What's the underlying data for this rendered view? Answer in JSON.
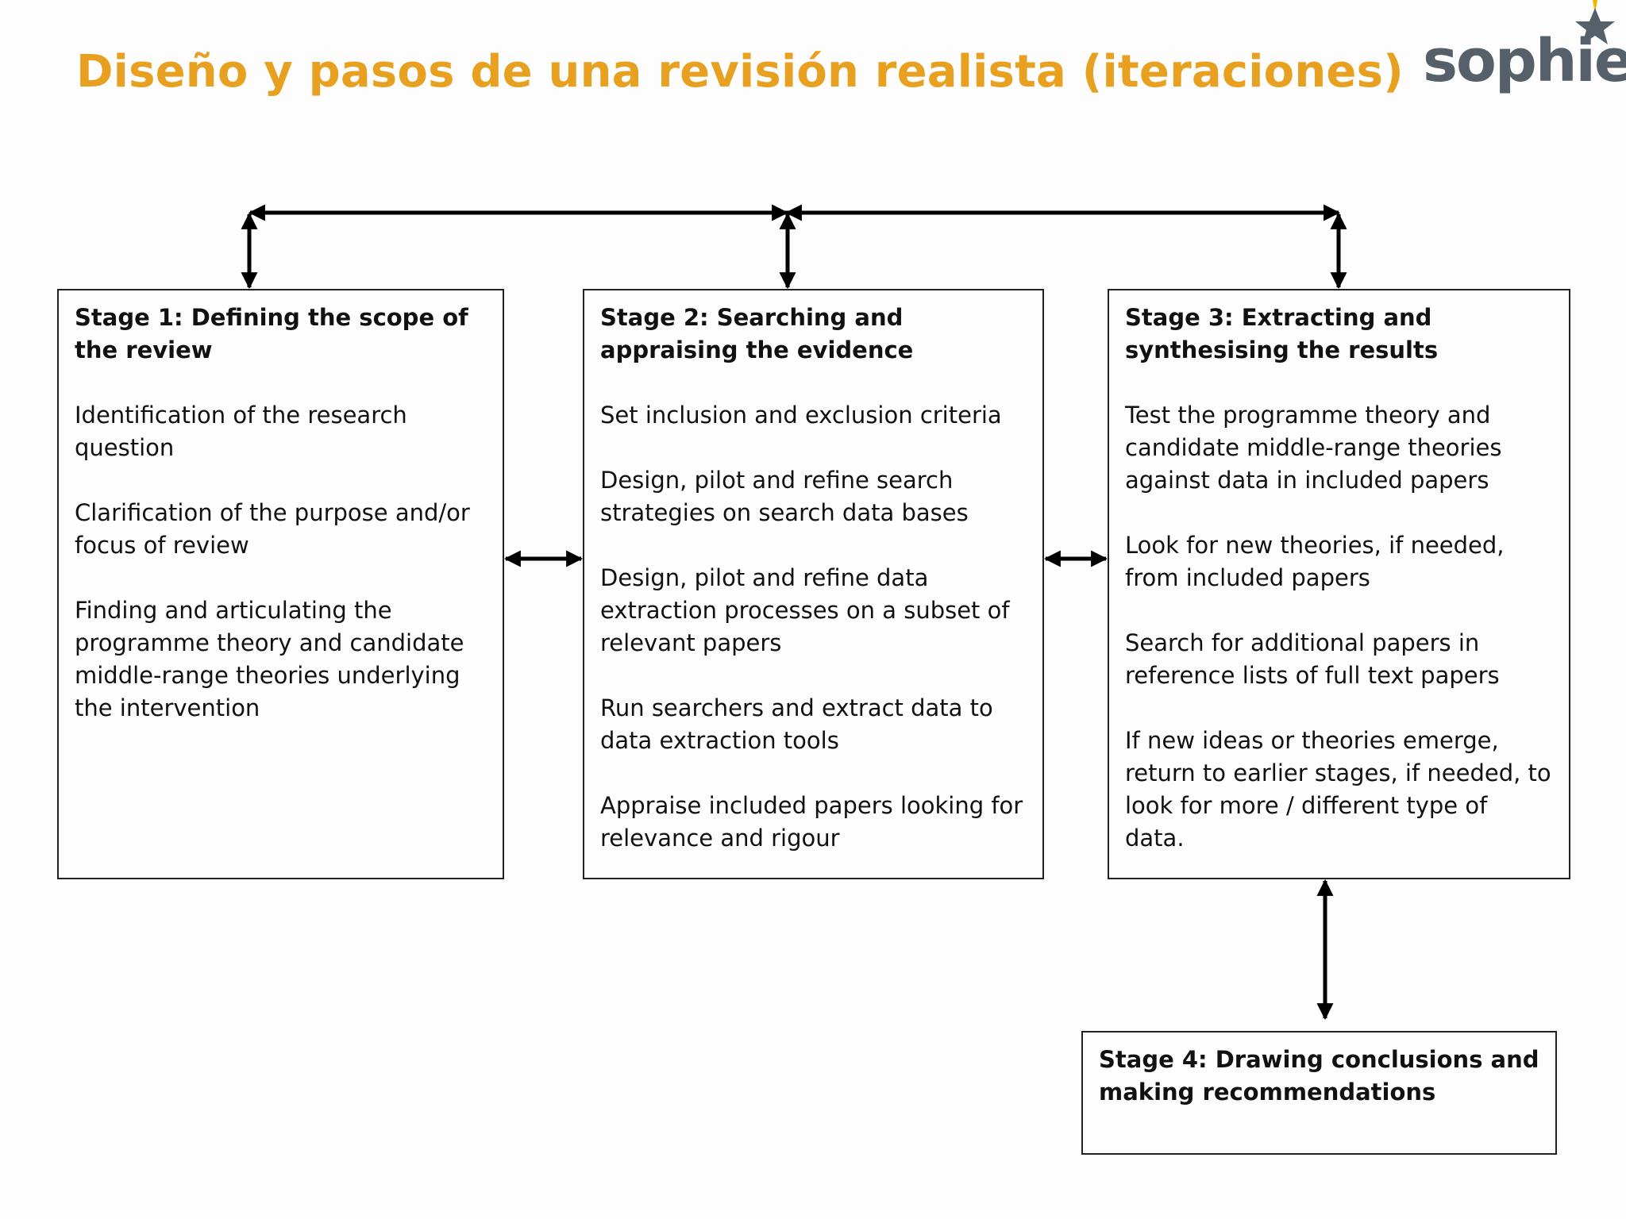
{
  "title": "Diseño y pasos de una revisión realista (iteraciones)",
  "logo": {
    "text": "sophie",
    "star_color": "#56606a",
    "accent_color": "#f2b600"
  },
  "colors": {
    "title": "#e8a020",
    "text": "#111111",
    "border": "#222222"
  },
  "stages": [
    {
      "heading": "Stage 1: Defining the scope of the review",
      "items": [
        "Identification of the research question",
        "Clarification of the purpose and/or focus of review",
        "Finding and articulating the programme theory and candidate middle-range theories underlying the intervention"
      ]
    },
    {
      "heading": "Stage 2: Searching and appraising the evidence",
      "items": [
        "Set inclusion and exclusion criteria",
        "Design, pilot and refine search strategies on search data bases",
        "Design, pilot and refine data extraction processes on a subset of relevant papers",
        "Run searchers and extract data to data extraction tools",
        "Appraise included papers looking for relevance and rigour"
      ]
    },
    {
      "heading": "Stage 3: Extracting and synthesising the results",
      "items": [
        "Test the programme theory and candidate middle-range theories against data in included papers",
        "Look for new theories, if needed, from included papers",
        "Search for additional papers in reference lists of full text papers",
        "If new ideas or theories emerge, return to earlier stages, if needed, to look for more / different type of data."
      ]
    },
    {
      "heading": "Stage 4: Drawing conclusions and making recommendations",
      "items": []
    }
  ]
}
